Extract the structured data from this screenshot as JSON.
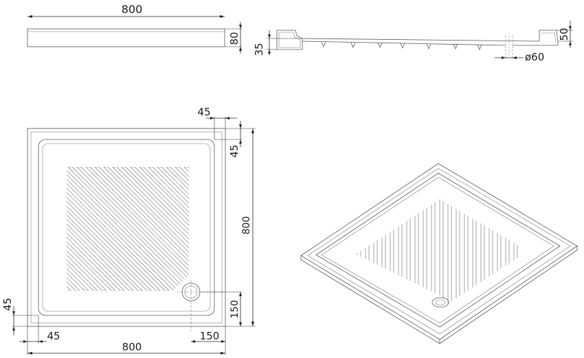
{
  "dimensions": {
    "front_width": "800",
    "front_height": "80",
    "section_height_left": "35",
    "section_height_right": "50",
    "drain_diameter": "ø60",
    "top_rim_right": "45",
    "top_rim_top": "45",
    "top_depth": "800",
    "top_rim_left": "45",
    "top_drain_offset_y": "150",
    "top_rim_bottom": "45",
    "top_width": "800",
    "top_drain_offset_x": "150"
  },
  "colors": {
    "outline": "#555555",
    "dimension": "#222222",
    "background": "#ffffff"
  }
}
